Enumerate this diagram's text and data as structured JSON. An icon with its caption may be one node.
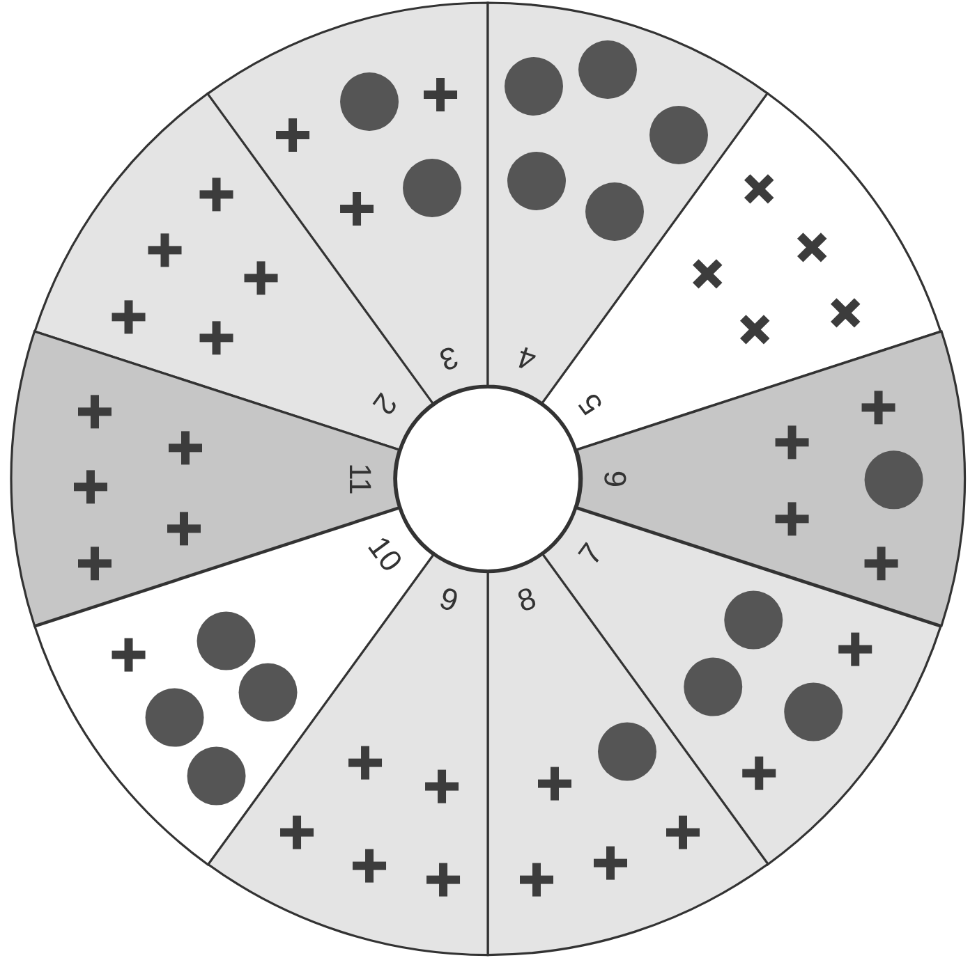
{
  "diagram": {
    "nodes": [
      {
        "text": [
          "2"
        ]
      },
      {
        "text": [
          "3"
        ]
      },
      {
        "text": [
          "4"
        ]
      },
      {
        "text": [
          "5"
        ]
      },
      {
        "text": [
          "6"
        ]
      },
      {
        "text": [
          "7"
        ]
      },
      {
        "text": [
          "8"
        ]
      },
      {
        "text": [
          "9"
        ]
      },
      {
        "text": [
          "10"
        ]
      },
      {
        "text": [
          "11"
        ]
      },
      {
        "text": [],
        "shape": "circle"
      }
    ]
  }
}
